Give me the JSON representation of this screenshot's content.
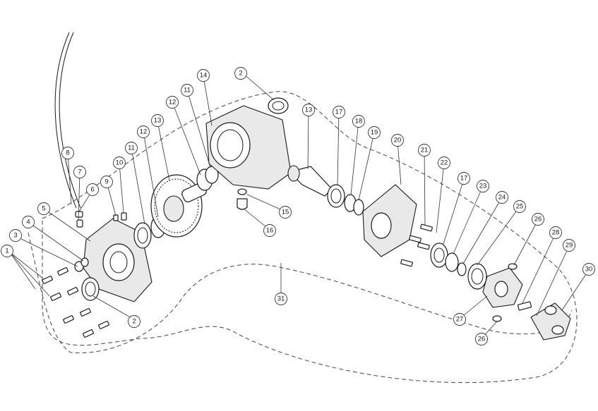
{
  "diagram": {
    "callouts": [
      {
        "id": "c1",
        "label": "1"
      },
      {
        "id": "c2a",
        "label": "2"
      },
      {
        "id": "c2b",
        "label": "2"
      },
      {
        "id": "c3",
        "label": "3"
      },
      {
        "id": "c4",
        "label": "4"
      },
      {
        "id": "c5",
        "label": "5"
      },
      {
        "id": "c6",
        "label": "6"
      },
      {
        "id": "c7",
        "label": "7"
      },
      {
        "id": "c8",
        "label": "8"
      },
      {
        "id": "c9",
        "label": "9"
      },
      {
        "id": "c10",
        "label": "10"
      },
      {
        "id": "c11a",
        "label": "11"
      },
      {
        "id": "c11b",
        "label": "11"
      },
      {
        "id": "c12a",
        "label": "12"
      },
      {
        "id": "c12b",
        "label": "12"
      },
      {
        "id": "c13a",
        "label": "13"
      },
      {
        "id": "c13b",
        "label": "13"
      },
      {
        "id": "c14",
        "label": "14"
      },
      {
        "id": "c15",
        "label": "15"
      },
      {
        "id": "c16",
        "label": "16"
      },
      {
        "id": "c17a",
        "label": "17"
      },
      {
        "id": "c17b",
        "label": "17"
      },
      {
        "id": "c18",
        "label": "18"
      },
      {
        "id": "c19",
        "label": "19"
      },
      {
        "id": "c20",
        "label": "20"
      },
      {
        "id": "c21",
        "label": "21"
      },
      {
        "id": "c22",
        "label": "22"
      },
      {
        "id": "c23",
        "label": "23"
      },
      {
        "id": "c24",
        "label": "24"
      },
      {
        "id": "c25",
        "label": "25"
      },
      {
        "id": "c26a",
        "label": "26"
      },
      {
        "id": "c26b",
        "label": "26"
      },
      {
        "id": "c27",
        "label": "27"
      },
      {
        "id": "c28",
        "label": "28"
      },
      {
        "id": "c29",
        "label": "29"
      },
      {
        "id": "c30",
        "label": "30"
      },
      {
        "id": "c31",
        "label": "31"
      }
    ]
  }
}
